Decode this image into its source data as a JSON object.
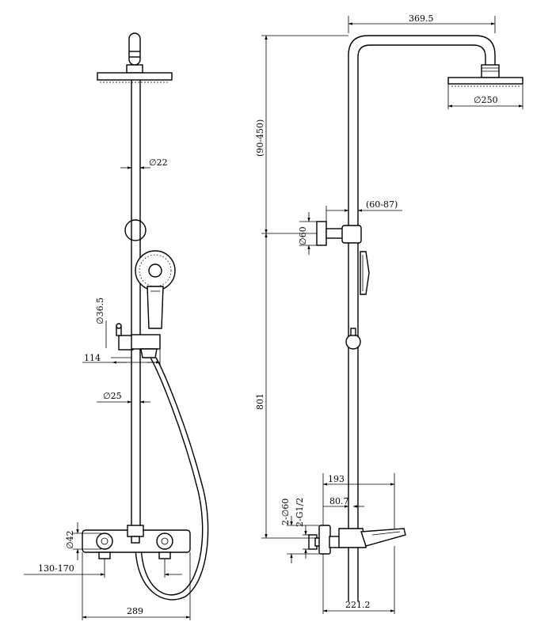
{
  "front_view": {
    "dims": {
      "pipe_upper_dia": "∅22",
      "handshower_holder_dia": "∅36.5",
      "slider_offset": "114",
      "pipe_lower_dia": "∅25",
      "knob_dia": "∅42",
      "inlet_spacing": "130-170",
      "mixer_width": "289"
    }
  },
  "side_view": {
    "dims": {
      "arm_reach": "369.5",
      "head_dia": "∅250",
      "adjust_height": "(90-450)",
      "wall_bracket_offset": "(60-87)",
      "bracket_dia": "∅60",
      "riser_height": "801",
      "spout_reach": "193",
      "pipe_offset": "80.7",
      "escutcheon_dia": "2-∅60",
      "inlet_thread": "2-G1/2",
      "mixer_depth": "221.2"
    }
  }
}
